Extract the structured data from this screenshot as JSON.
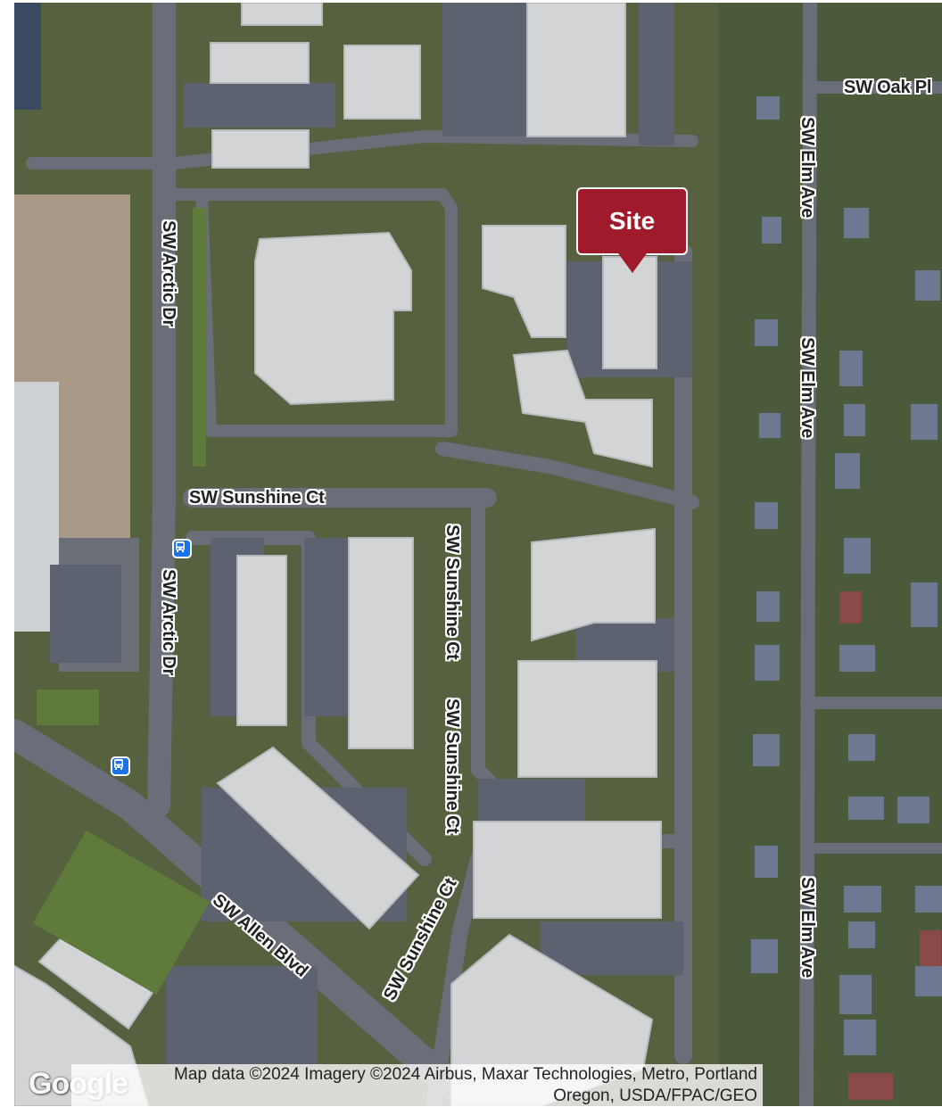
{
  "map": {
    "type": "satellite",
    "marker": {
      "label": "Site",
      "color": "#a11a2b"
    },
    "roads": {
      "arctic_dr_upper": "SW Arctic Dr",
      "arctic_dr_lower": "SW Arctic Dr",
      "sunshine_ct_h": "SW Sunshine Ct",
      "sunshine_ct_v1": "SW Sunshine Ct",
      "sunshine_ct_v2": "SW Sunshine Ct",
      "sunshine_ct_diag": "SW Sunshine Ct",
      "allen_blvd": "SW Allen Blvd",
      "elm_ave_1": "SW Elm Ave",
      "elm_ave_2": "SW Elm Ave",
      "elm_ave_3": "SW Elm Ave",
      "oak_pl": "SW Oak Pl"
    },
    "icons": [
      "bus-stop-icon",
      "bus-stop-icon"
    ],
    "attribution_line1": "Map data ©2024 Imagery ©2024 Airbus, Maxar Technologies, Metro, Portland",
    "attribution_line2": "Oregon, USDA/FPAC/GEO",
    "logo": "Google"
  }
}
